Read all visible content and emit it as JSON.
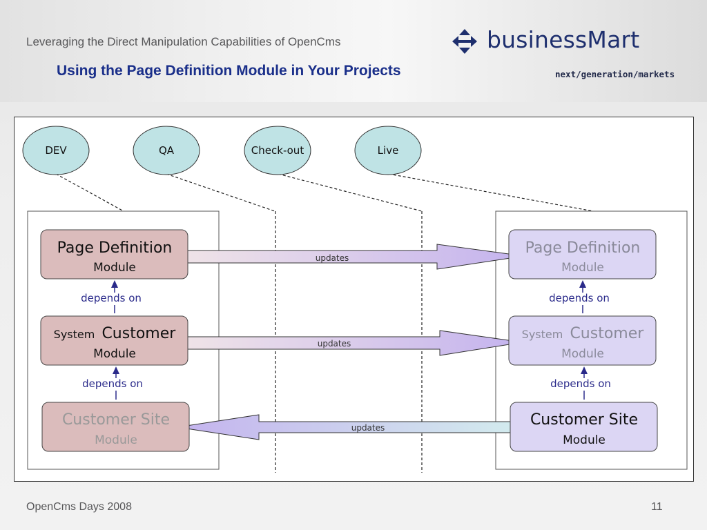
{
  "header": {
    "subtitle": "Leveraging the Direct Manipulation Capabilities of OpenCms",
    "title": "Using the Page Definition Module in Your Projects",
    "brand": "businessMart",
    "tagline": "next/generation/markets"
  },
  "environments": [
    "DEV",
    "QA",
    "Check-out",
    "Live"
  ],
  "left_modules": [
    {
      "line1a": "",
      "line1b": "Page Definition",
      "line2": "Module"
    },
    {
      "line1a": "System",
      "line1b": "Customer",
      "line2": "Module"
    },
    {
      "line1a": "",
      "line1b": "Customer Site",
      "line2": "Module"
    }
  ],
  "right_modules": [
    {
      "line1a": "",
      "line1b": "Page Definition",
      "line2": "Module"
    },
    {
      "line1a": "System",
      "line1b": "Customer",
      "line2": "Module"
    },
    {
      "line1a": "",
      "line1b": "Customer Site",
      "line2": "Module"
    }
  ],
  "depends_label": "depends on",
  "updates_label": "updates",
  "footer": {
    "event": "OpenCms Days 2008",
    "page_number": "11"
  },
  "colors": {
    "title": "#1a2f8a",
    "left_box": "#dbbcbc",
    "right_box": "#dcd6f4",
    "ellipse": "#bfe3e5",
    "arrow_purple": "#c9b8ef"
  }
}
